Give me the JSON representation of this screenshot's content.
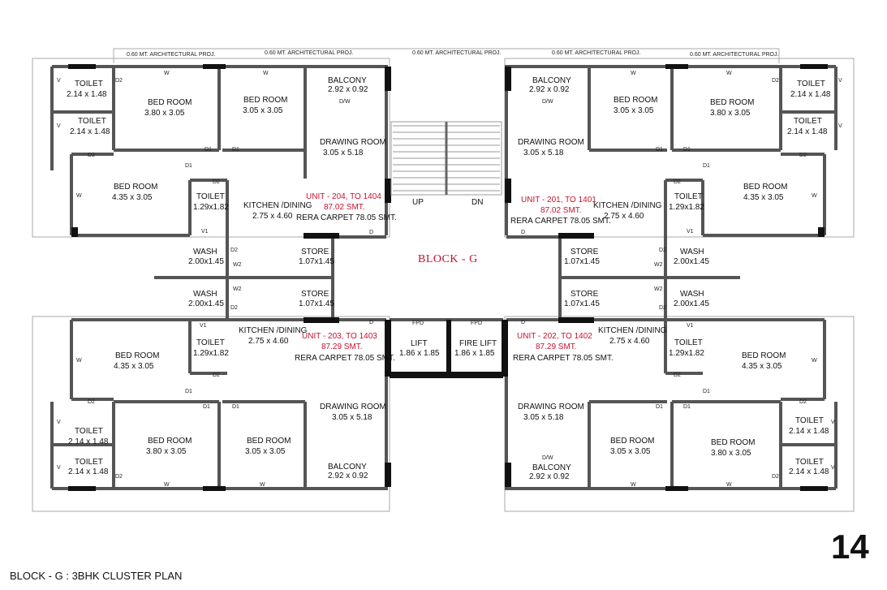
{
  "block_title": "BLOCK - G",
  "footer_title": "BLOCK - G : 3BHK CLUSTER PLAN",
  "page_number": "14",
  "proj_label": "0.60 MT. ARCHITECTURAL PROJ.",
  "stair": {
    "up": "UP",
    "dn": "DN"
  },
  "lifts": {
    "lift": {
      "name": "LIFT",
      "size": "1.86 x 1.85",
      "fpd": "FPD"
    },
    "fire_lift": {
      "name": "FIRE LIFT",
      "size": "1.86 x 1.85",
      "fpd": "FPD"
    }
  },
  "units": {
    "u204": {
      "unit": "UNIT - 204, TO 1404",
      "area": "87.02 SMT.",
      "carpet": "RERA CARPET 78.05 SMT."
    },
    "u201": {
      "unit": "UNIT - 201, TO 1401",
      "area": "87.02 SMT.",
      "carpet": "RERA CARPET 78.05 SMT."
    },
    "u203": {
      "unit": "UNIT - 203, TO 1403",
      "area": "87.29 SMT.",
      "carpet": "RERA CARPET 78.05 SMT."
    },
    "u202": {
      "unit": "UNIT - 202, TO 1402",
      "area": "87.29 SMT.",
      "carpet": "RERA CARPET 78.05 SMT."
    }
  },
  "rooms": {
    "toilet": "TOILET",
    "toilet_a": "2.14 x 1.48",
    "toilet_b": "1.29x1.82",
    "bed": "BED ROOM",
    "bed_a": "3.80 x 3.05",
    "bed_b": "3.05 x 3.05",
    "bed_c": "4.35 x 3.05",
    "balcony": "BALCONY",
    "balcony_size": "2.92 x 0.92",
    "drawing": "DRAWING ROOM",
    "drawing_size": "3.05 x 5.18",
    "kitchen": "KITCHEN /DINING",
    "kitchen_size": "2.75 x 4.60",
    "wash": "WASH",
    "wash_size": "2.00x1.45",
    "store": "STORE",
    "store_size": "1.07x1.45"
  },
  "marks": {
    "w": "W",
    "v": "V",
    "v1": "V1",
    "d": "D",
    "d1": "D1",
    "d2": "D2",
    "w2": "W2",
    "dw": "D/W"
  }
}
